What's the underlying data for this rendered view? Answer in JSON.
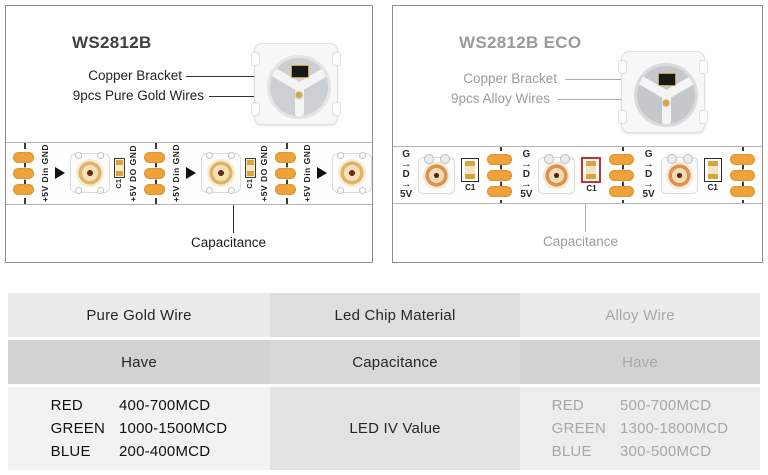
{
  "panels": [
    {
      "title": "WS2812B",
      "annotations": {
        "bracket": "Copper Bracket",
        "wires": "9pcs Pure Gold Wires"
      },
      "capacitance_label": "Capacitance",
      "strip": {
        "in_labels": "+5V Din GND",
        "out_labels": "+5V DO GND",
        "cap_label": "C1"
      }
    },
    {
      "title": "WS2812B ECO",
      "annotations": {
        "bracket": "Copper Bracket",
        "wires": "9pcs Alloy Wires"
      },
      "capacitance_label": "Capacitance",
      "strip": {
        "g": "G",
        "d": "D",
        "v": "5V",
        "arrow": "→",
        "cap_label": "C1"
      }
    }
  ],
  "table": {
    "rows": [
      {
        "left": "Pure Gold Wire",
        "center": "Led Chip Material",
        "right": "Alloy Wire"
      },
      {
        "left": "Have",
        "center": "Capacitance",
        "right": "Have"
      },
      {
        "center": "LED IV Value",
        "left_values": [
          [
            "RED",
            "400-700MCD"
          ],
          [
            "GREEN",
            "1000-1500MCD"
          ],
          [
            "BLUE",
            "200-400MCD"
          ]
        ],
        "right_values": [
          [
            "RED",
            "500-700MCD"
          ],
          [
            "GREEN",
            "1300-1800MCD"
          ],
          [
            "BLUE",
            "300-500MCD"
          ]
        ]
      }
    ]
  },
  "colors": {
    "pad_orange": "#F1A33B",
    "highlight_red": "#C23434",
    "muted_text_gray": "#9C9C9C",
    "row_gray_light": "#EBEBEB",
    "row_gray_dark": "#D2D2D2"
  }
}
